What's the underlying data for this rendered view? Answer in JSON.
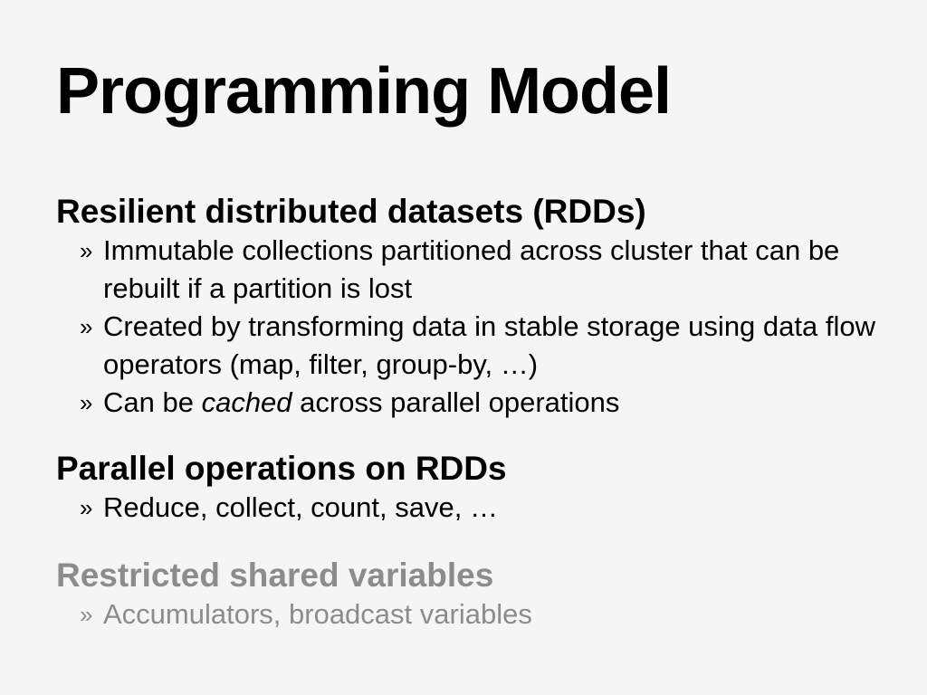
{
  "slide": {
    "title": "Programming Model",
    "bullet_marker": "»",
    "sections": [
      {
        "heading": "Resilient distributed datasets (RDDs)",
        "bullets": [
          "Immutable collections partitioned across cluster that can be rebuilt if a partition is lost",
          "Created by transforming data in stable storage using data flow operators (map, filter, group-by, …)",
          {
            "before": "Can be ",
            "emphasis": "cached",
            "after": " across parallel operations"
          }
        ]
      },
      {
        "heading": "Parallel operations on RDDs",
        "bullets": [
          "Reduce, collect, count, save, …"
        ]
      },
      {
        "heading": "Restricted shared variables",
        "bullets": [
          "Accumulators, broadcast variables"
        ],
        "muted": true
      }
    ]
  },
  "colors": {
    "background": "#f5f5f5",
    "text": "#000000",
    "muted_text": "#8c8c8c"
  }
}
